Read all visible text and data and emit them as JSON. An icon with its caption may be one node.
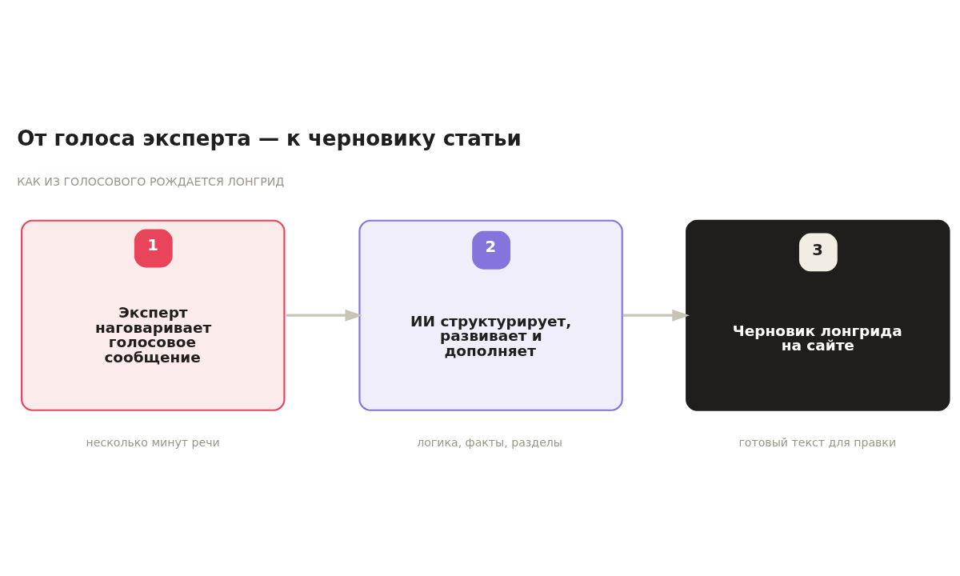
{
  "diagram": {
    "title": "От голоса эксперта — к черновику статьи",
    "nodes": [
      {
        "text": [
          "1",
          "Эксперт наговаривает голосовое сообщение"
        ],
        "beside": [
          "несколько минут речи"
        ]
      },
      {
        "text": [
          "2",
          "ИИ структурирует, развивает и дополняет"
        ],
        "beside": [
          "логика, факты, разделы"
        ]
      },
      {
        "text": [
          "3",
          "Черновик лонгрида на сайте"
        ],
        "beside": [
          "готовый текст для правки"
        ]
      }
    ],
    "edges": [
      {
        "from": 0,
        "to": 1,
        "arrow": "to"
      },
      {
        "from": 1,
        "to": 2,
        "arrow": "to"
      }
    ],
    "labels": [
      "КАК ИЗ ГОЛОСОВОГО РОЖДАЕТСЯ ЛОНГРИД"
    ]
  }
}
